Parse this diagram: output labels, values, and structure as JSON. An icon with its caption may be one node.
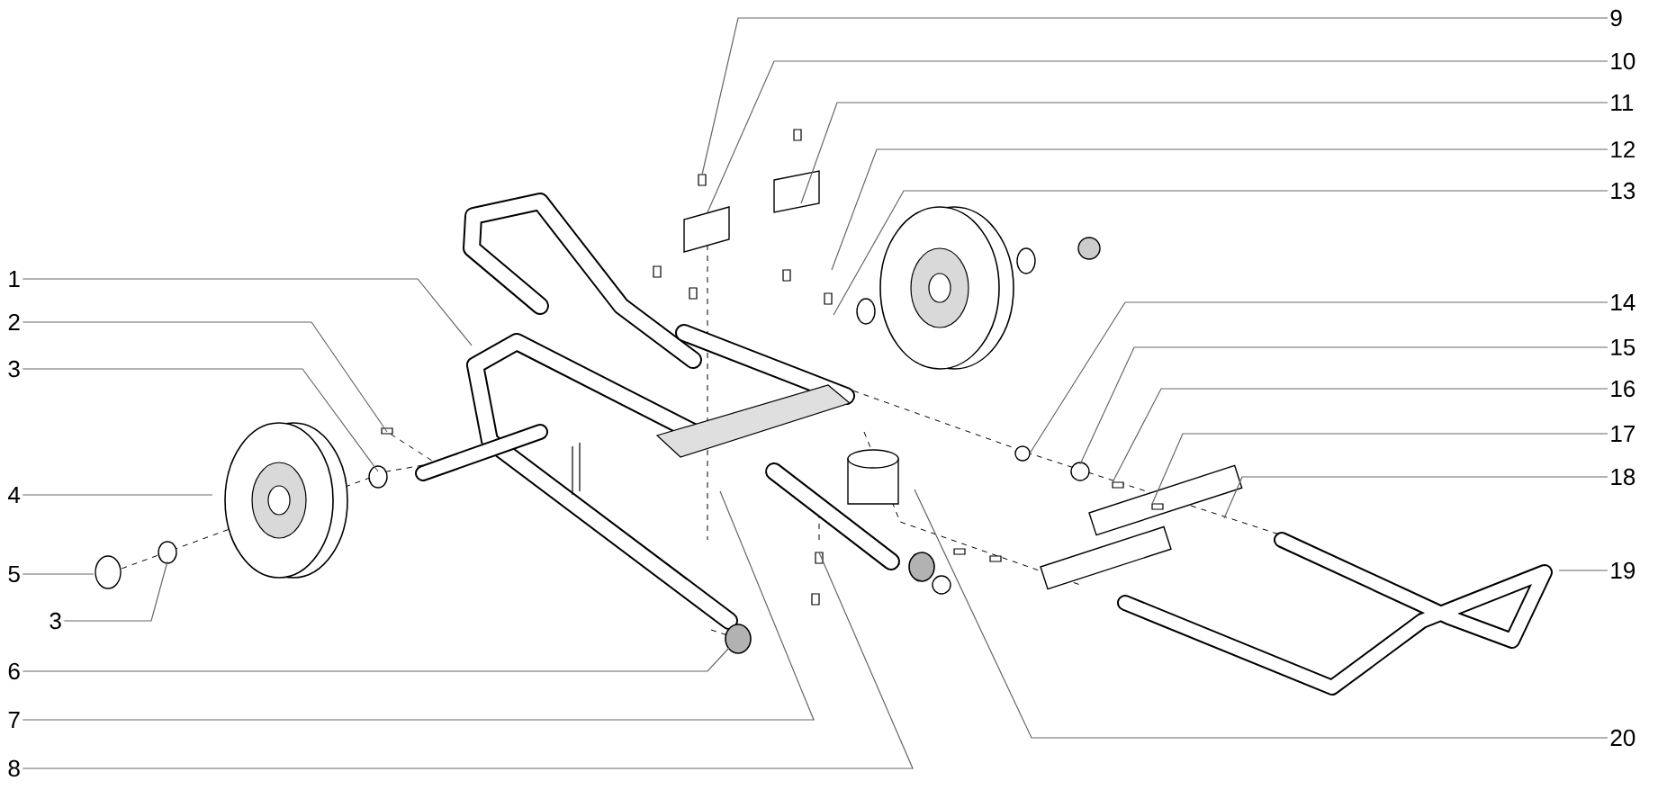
{
  "diagram": {
    "nodes": [
      {
        "text": [
          "1"
        ]
      },
      {
        "text": [
          "2"
        ]
      },
      {
        "text": [
          "3"
        ]
      },
      {
        "text": [
          "4"
        ]
      },
      {
        "text": [
          "5"
        ]
      },
      {
        "text": [
          "3"
        ]
      },
      {
        "text": [
          "6"
        ]
      },
      {
        "text": [
          "7"
        ]
      },
      {
        "text": [
          "8"
        ]
      },
      {
        "text": [
          "9"
        ]
      },
      {
        "text": [
          "10"
        ]
      },
      {
        "text": [
          "11"
        ]
      },
      {
        "text": [
          "12"
        ]
      },
      {
        "text": [
          "13"
        ]
      },
      {
        "text": [
          "14"
        ]
      },
      {
        "text": [
          "15"
        ]
      },
      {
        "text": [
          "16"
        ]
      },
      {
        "text": [
          "17"
        ]
      },
      {
        "text": [
          "18"
        ]
      },
      {
        "text": [
          "19"
        ]
      },
      {
        "text": [
          "20"
        ]
      }
    ],
    "edges": [
      {
        "from": 0,
        "to": null,
        "arrow": "none"
      },
      {
        "from": 1,
        "to": null,
        "arrow": "none"
      },
      {
        "from": 2,
        "to": null,
        "arrow": "none"
      },
      {
        "from": 3,
        "to": null,
        "arrow": "none"
      },
      {
        "from": 4,
        "to": null,
        "arrow": "none"
      },
      {
        "from": 5,
        "to": null,
        "arrow": "none"
      },
      {
        "from": 6,
        "to": null,
        "arrow": "none"
      },
      {
        "from": 7,
        "to": null,
        "arrow": "none"
      },
      {
        "from": 8,
        "to": null,
        "arrow": "none"
      },
      {
        "from": 9,
        "to": null,
        "arrow": "none"
      },
      {
        "from": 10,
        "to": null,
        "arrow": "none"
      },
      {
        "from": 11,
        "to": null,
        "arrow": "none"
      },
      {
        "from": 12,
        "to": null,
        "arrow": "none"
      },
      {
        "from": 13,
        "to": null,
        "arrow": "none"
      },
      {
        "from": 14,
        "to": null,
        "arrow": "none"
      },
      {
        "from": 15,
        "to": null,
        "arrow": "none"
      },
      {
        "from": 16,
        "to": null,
        "arrow": "none"
      },
      {
        "from": 17,
        "to": null,
        "arrow": "none"
      },
      {
        "from": 18,
        "to": null,
        "arrow": "none"
      },
      {
        "from": 19,
        "to": null,
        "arrow": "none"
      },
      {
        "from": 20,
        "to": null,
        "arrow": "none"
      }
    ]
  }
}
